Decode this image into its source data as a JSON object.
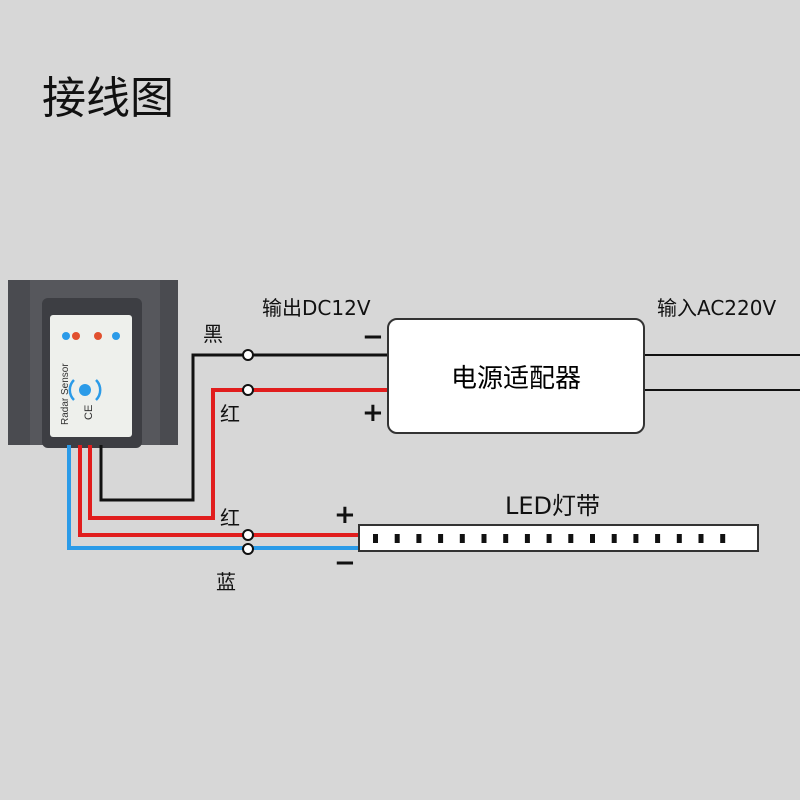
{
  "title": "接线图",
  "sensor": {
    "label": "Radar Sensor",
    "mark": "CE"
  },
  "wire_labels": {
    "black": "黑",
    "red_top": "红",
    "red_bottom": "红",
    "blue": "蓝"
  },
  "output_label": "输出DC12V",
  "input_label": "输入AC220V",
  "adapter_label": "电源适配器",
  "adapter_minus": "−",
  "adapter_plus": "+",
  "led_label": "LED灯带",
  "led_plus": "+",
  "led_minus": "−",
  "led_count": 17,
  "colors": {
    "black": "#111111",
    "red": "#e11d1d",
    "blue": "#2b9be8"
  }
}
